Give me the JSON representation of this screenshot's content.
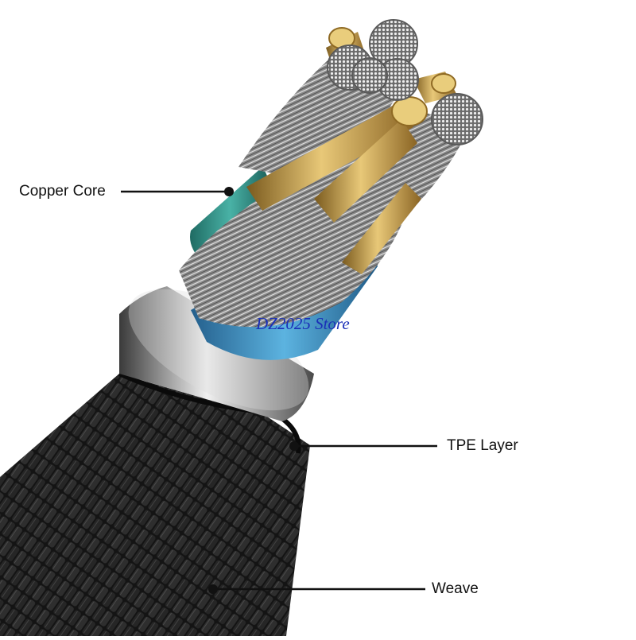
{
  "labels": {
    "copper_core": "Copper Core",
    "tpe_layer": "TPE Layer",
    "weave": "Weave"
  },
  "watermark": "DZ2025 Store",
  "colors": {
    "copper": "#c9a24a",
    "silver_strand": "#9a9a9a",
    "green_insulation": "#2f8f86",
    "blue_insulation": "#3a92c4",
    "braid": "#1c1c1c",
    "sleeve": "#b7b7b7"
  }
}
